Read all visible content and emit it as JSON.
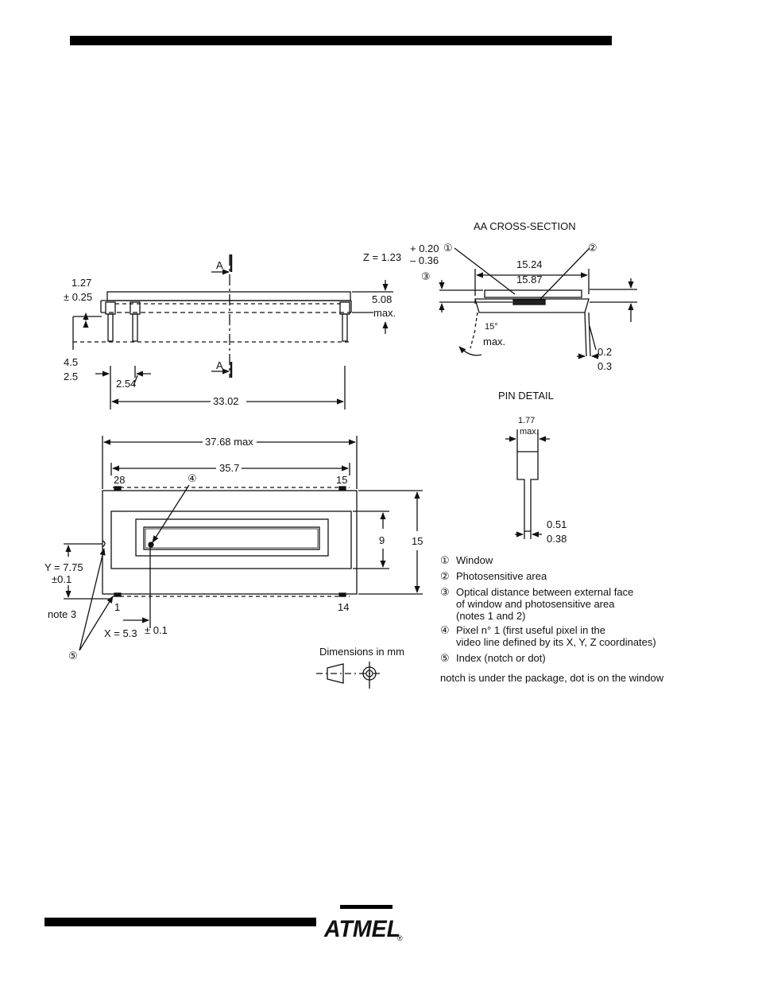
{
  "section_label": "AA CROSS-SECTION",
  "pin_detail_label": "PIN DETAIL",
  "side_view": {
    "section_mark_top": "A",
    "section_mark_bottom": "A",
    "dim_pin_offset": "1.27",
    "dim_pin_offset_tol": "± 0.25",
    "dim_height": "5.08",
    "dim_height_sub": "max.",
    "dim_pin_len_a": "4.5",
    "dim_pin_len_b": "2.5",
    "dim_pitch": "2.54",
    "dim_row_span": "33.02"
  },
  "cross_section": {
    "z_label": "Z = 1.23",
    "z_tol_plus": "+ 0.20",
    "z_tol_minus": "– 0.36",
    "width_a": "15.24",
    "width_b": "15.87",
    "angle": "15°",
    "angle_sub": "max.",
    "lead_a": "0.2",
    "lead_b": "0.3",
    "markers": [
      "①",
      "②",
      "③"
    ]
  },
  "pin_detail": {
    "width_top": "1.77",
    "width_top_sub": "max.",
    "lead_a": "0.51",
    "lead_b": "0.38"
  },
  "top_view": {
    "overall_length": "37.68 max",
    "pin_span": "35.7",
    "pin_28": "28",
    "pin_15": "15",
    "pin_1": "1",
    "pin_14": "14",
    "window_height": "9",
    "body_width": "15",
    "y_coord": "Y = 7.75",
    "y_tol": "±0.1",
    "note": "note 3",
    "x_coord": "X = 5.3",
    "x_tol": "± 0.1",
    "marker_4": "④",
    "marker_5": "⑤"
  },
  "dimensions_note": "Dimensions in mm",
  "legend": [
    {
      "num": "①",
      "text": "Window"
    },
    {
      "num": "②",
      "text": "Photosensitive area"
    },
    {
      "num": "③",
      "text": "Optical distance between external face",
      "cont": [
        "of window and photosensitive area",
        "(notes 1 and 2)"
      ]
    },
    {
      "num": "④",
      "text": "Pixel n° 1 (first useful pixel in the",
      "cont": [
        "video line defined by its X, Y, Z coordinates)"
      ]
    },
    {
      "num": "⑤",
      "text": "Index (notch or dot)"
    }
  ],
  "legend_footer": "notch is under the package, dot is on the window",
  "logo_text": "ATMEL",
  "logo_mark": "®"
}
